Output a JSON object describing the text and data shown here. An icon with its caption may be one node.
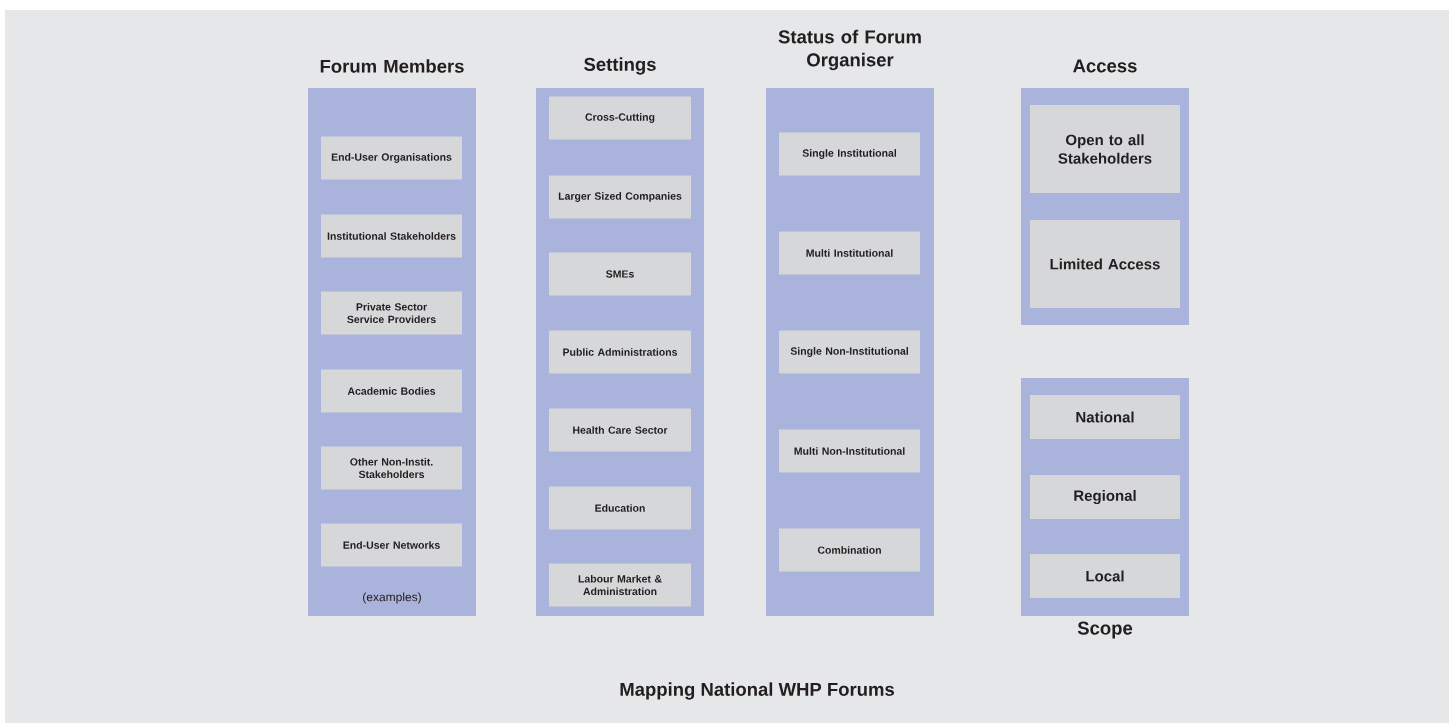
{
  "diagram": {
    "caption": "Mapping National WHP Forums",
    "nodes": [
      {
        "text": [
          "Forum Members",
          "(examples)"
        ]
      },
      {
        "text": [
          "End-User Organisations"
        ],
        "in": 0
      },
      {
        "text": [
          "Institutional Stakeholders"
        ],
        "in": 0
      },
      {
        "text": [
          "Private Sector Service Providers"
        ],
        "in": 0
      },
      {
        "text": [
          "Academic Bodies"
        ],
        "in": 0
      },
      {
        "text": [
          "Other Non-Instit. Stakeholders"
        ],
        "in": 0
      },
      {
        "text": [
          "End-User Networks"
        ],
        "in": 0
      },
      {
        "text": [
          "Settings"
        ]
      },
      {
        "text": [
          "Cross-Cutting"
        ],
        "in": 7
      },
      {
        "text": [
          "Larger Sized Companies"
        ],
        "in": 7
      },
      {
        "text": [
          "SMEs"
        ],
        "in": 7
      },
      {
        "text": [
          "Public Administrations"
        ],
        "in": 7
      },
      {
        "text": [
          "Health Care Sector"
        ],
        "in": 7
      },
      {
        "text": [
          "Education"
        ],
        "in": 7
      },
      {
        "text": [
          "Labour Market & Administration"
        ],
        "in": 7
      },
      {
        "text": [
          "Status of Forum Organiser"
        ]
      },
      {
        "text": [
          "Single Institutional"
        ],
        "in": 15
      },
      {
        "text": [
          "Multi Institutional"
        ],
        "in": 15
      },
      {
        "text": [
          "Single Non-Institutional"
        ],
        "in": 15
      },
      {
        "text": [
          "Multi Non-Institutional"
        ],
        "in": 15
      },
      {
        "text": [
          "Combination"
        ],
        "in": 15
      },
      {
        "text": [
          "Access"
        ]
      },
      {
        "text": [
          "Open to all Stakeholders"
        ],
        "in": 21
      },
      {
        "text": [
          "Limited Access"
        ],
        "in": 21
      },
      {
        "text": [
          "Scope"
        ]
      },
      {
        "text": [
          "National"
        ],
        "in": 24
      },
      {
        "text": [
          "Regional"
        ],
        "in": 24
      },
      {
        "text": [
          "Local"
        ],
        "in": 24
      }
    ],
    "edges": []
  }
}
